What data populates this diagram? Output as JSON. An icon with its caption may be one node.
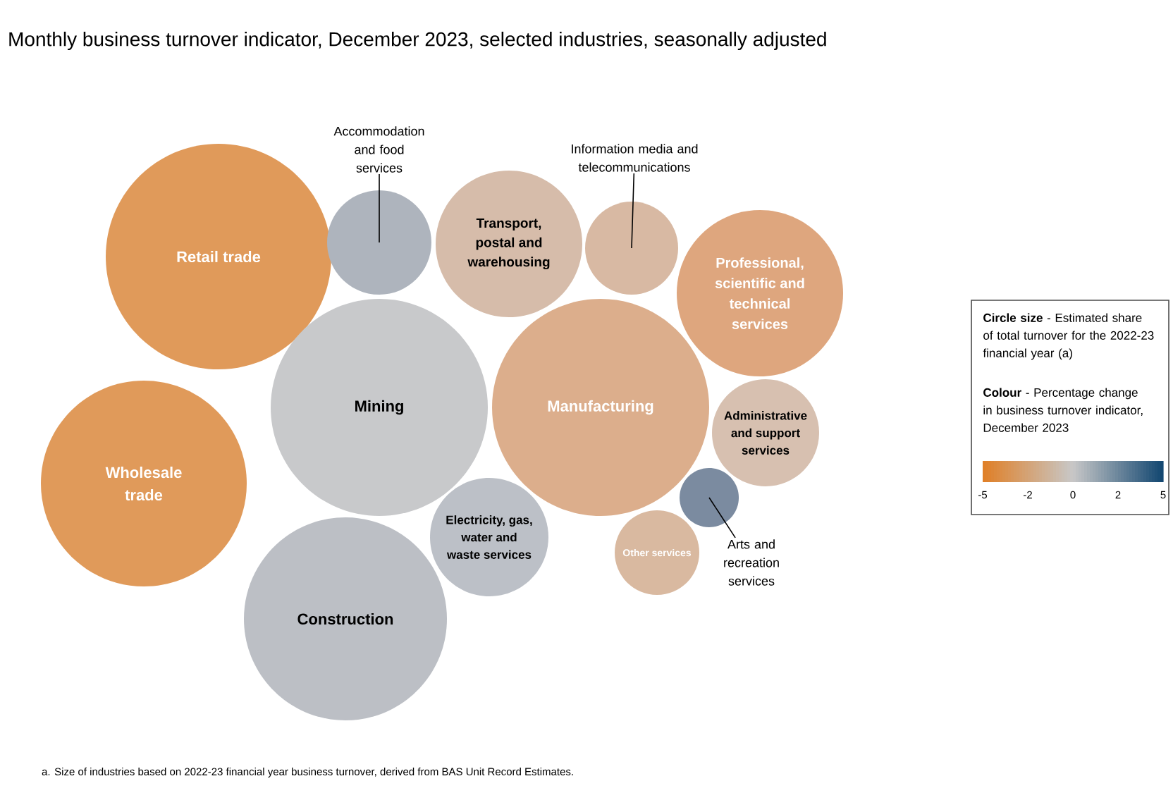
{
  "diagram": {
    "title": "Monthly business turnover indicator, December 2023, selected industries, seasonally adjusted",
    "caption": "a. Size of industries based on 2022-23 financial year business turnover, derived from BAS Unit Record Estimates.",
    "nodes": [
      {
        "text": [
          "Retail trade"
        ]
      },
      {
        "text": [],
        "shape": "circle"
      },
      {
        "text": [
          "Accommodation and food services"
        ]
      },
      {
        "text": [
          "Transport, postal and warehousing"
        ]
      },
      {
        "text": [],
        "shape": "circle"
      },
      {
        "text": [
          "Information media and telecommunications"
        ]
      },
      {
        "text": [
          "Professional, scientific and technical services"
        ]
      },
      {
        "text": [
          "Mining"
        ]
      },
      {
        "text": [
          "Manufacturing"
        ]
      },
      {
        "text": [
          "Administrative and support services"
        ]
      },
      {
        "text": [
          "Wholesale trade"
        ]
      },
      {
        "text": [
          "Electricity, gas, water and waste services"
        ]
      },
      {
        "text": [],
        "shape": "circle"
      },
      {
        "text": [
          "Arts and recreation services"
        ]
      },
      {
        "text": [
          "Other services"
        ]
      },
      {
        "text": [
          "Construction"
        ]
      }
    ],
    "edges": [
      {
        "from": 2,
        "to": 1,
        "arrow": "none"
      },
      {
        "from": 5,
        "to": 4,
        "arrow": "none"
      },
      {
        "from": 13,
        "to": 12,
        "arrow": "none"
      }
    ],
    "labels": [
      "**Circle size** - Estimated share of total turnover for the 2022-23 financial year (a)",
      "**Colour** - Percentage change in business turnover indicator, December 2023",
      "-5",
      "-2",
      "0",
      "2",
      "5"
    ]
  }
}
